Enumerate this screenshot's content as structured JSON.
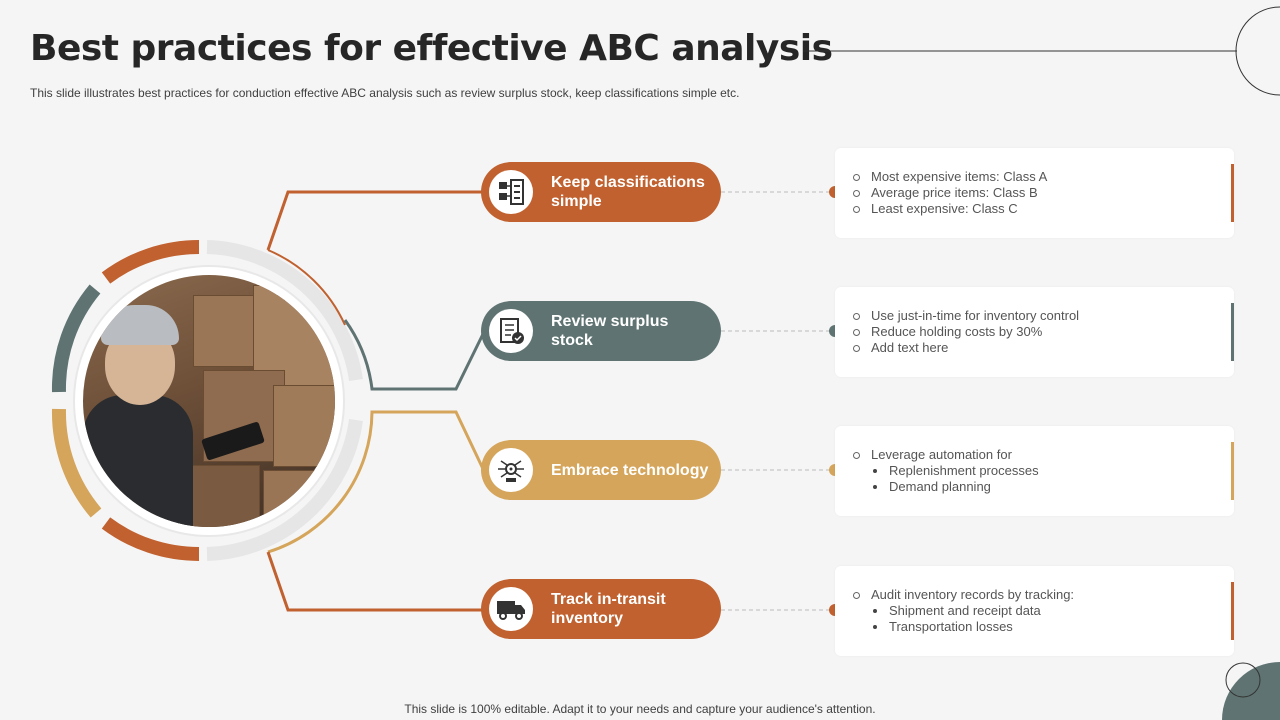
{
  "slide": {
    "title": "Best practices for effective ABC analysis",
    "subtitle": "This slide illustrates best practices for conduction effective ABC analysis such as review surplus stock, keep classifications simple etc.",
    "footer": "This slide is 100% editable. Adapt it to your needs and capture your audience's attention."
  },
  "colors": {
    "orange": "#c0612f",
    "slate": "#5f7472",
    "gold": "#d4a55a",
    "title": "#262626"
  },
  "practices": [
    {
      "label": "Keep classifications simple",
      "icon": "classification-icon",
      "points": [
        {
          "text": "Most expensive  items: Class A",
          "level": 1
        },
        {
          "text": "Average  price items: Class B",
          "level": 1
        },
        {
          "text": "Least expensive:  Class C",
          "level": 1
        }
      ]
    },
    {
      "label": "Review surplus stock",
      "icon": "checklist-icon",
      "points": [
        {
          "text": "Use just-in-time for inventory  control",
          "level": 1
        },
        {
          "text": "Reduce holding  costs by 30%",
          "level": 1
        },
        {
          "text": "Add text here",
          "level": 1
        }
      ]
    },
    {
      "label": "Embrace technology",
      "icon": "technology-icon",
      "points": [
        {
          "text": "Leverage  automation for",
          "level": 1
        },
        {
          "text": "Replenishment  processes",
          "level": 2
        },
        {
          "text": "Demand  planning",
          "level": 2
        }
      ]
    },
    {
      "label": "Track in-transit inventory",
      "icon": "truck-icon",
      "points": [
        {
          "text": "Audit inventory records by tracking:",
          "level": 1
        },
        {
          "text": "Shipment and receipt data",
          "level": 2
        },
        {
          "text": "Transportation  losses",
          "level": 2
        }
      ]
    }
  ]
}
